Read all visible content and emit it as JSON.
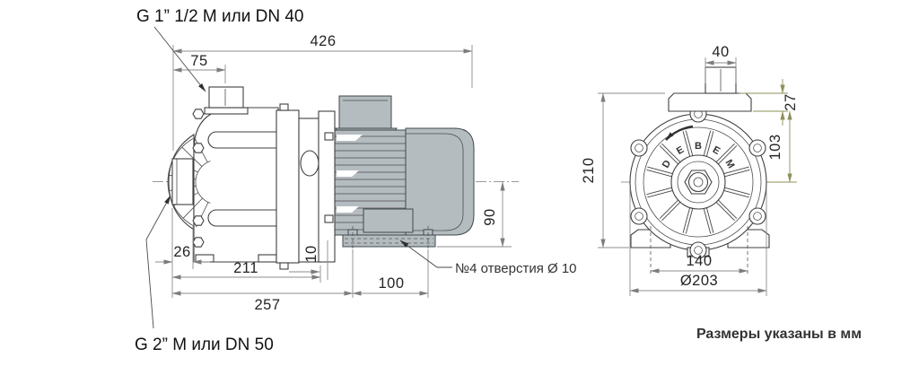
{
  "note": "Размеры указаны в мм",
  "labels": {
    "discharge_port": "G 1” 1/2  М или DN 40",
    "suction_port": "G 2”  М или DN 50",
    "holes_note": "№4 отверстия  Ø 10"
  },
  "side_view": {
    "dims": {
      "overall_length": "426",
      "discharge_port_offset": "75",
      "suction_port_length": "26",
      "head_length": "211",
      "foot_offset": "10",
      "motor_foot_holes": "100",
      "pump_length": "257",
      "axis_height": "90"
    }
  },
  "front_view": {
    "brand": [
      "D",
      "E",
      "B",
      "E",
      "M"
    ],
    "dims": {
      "port_width": "40",
      "top_flange_height": "27",
      "port_axis_height": "103",
      "overall_height": "210",
      "foot_hole_spacing": "140",
      "casing_diameter": "Ø203"
    }
  },
  "colors": {
    "motor_fill": "#b4bcc0",
    "outline": "#3f3f3f",
    "dim_line": "#8c8c8c",
    "dim_accent": "#8f8f5a"
  }
}
